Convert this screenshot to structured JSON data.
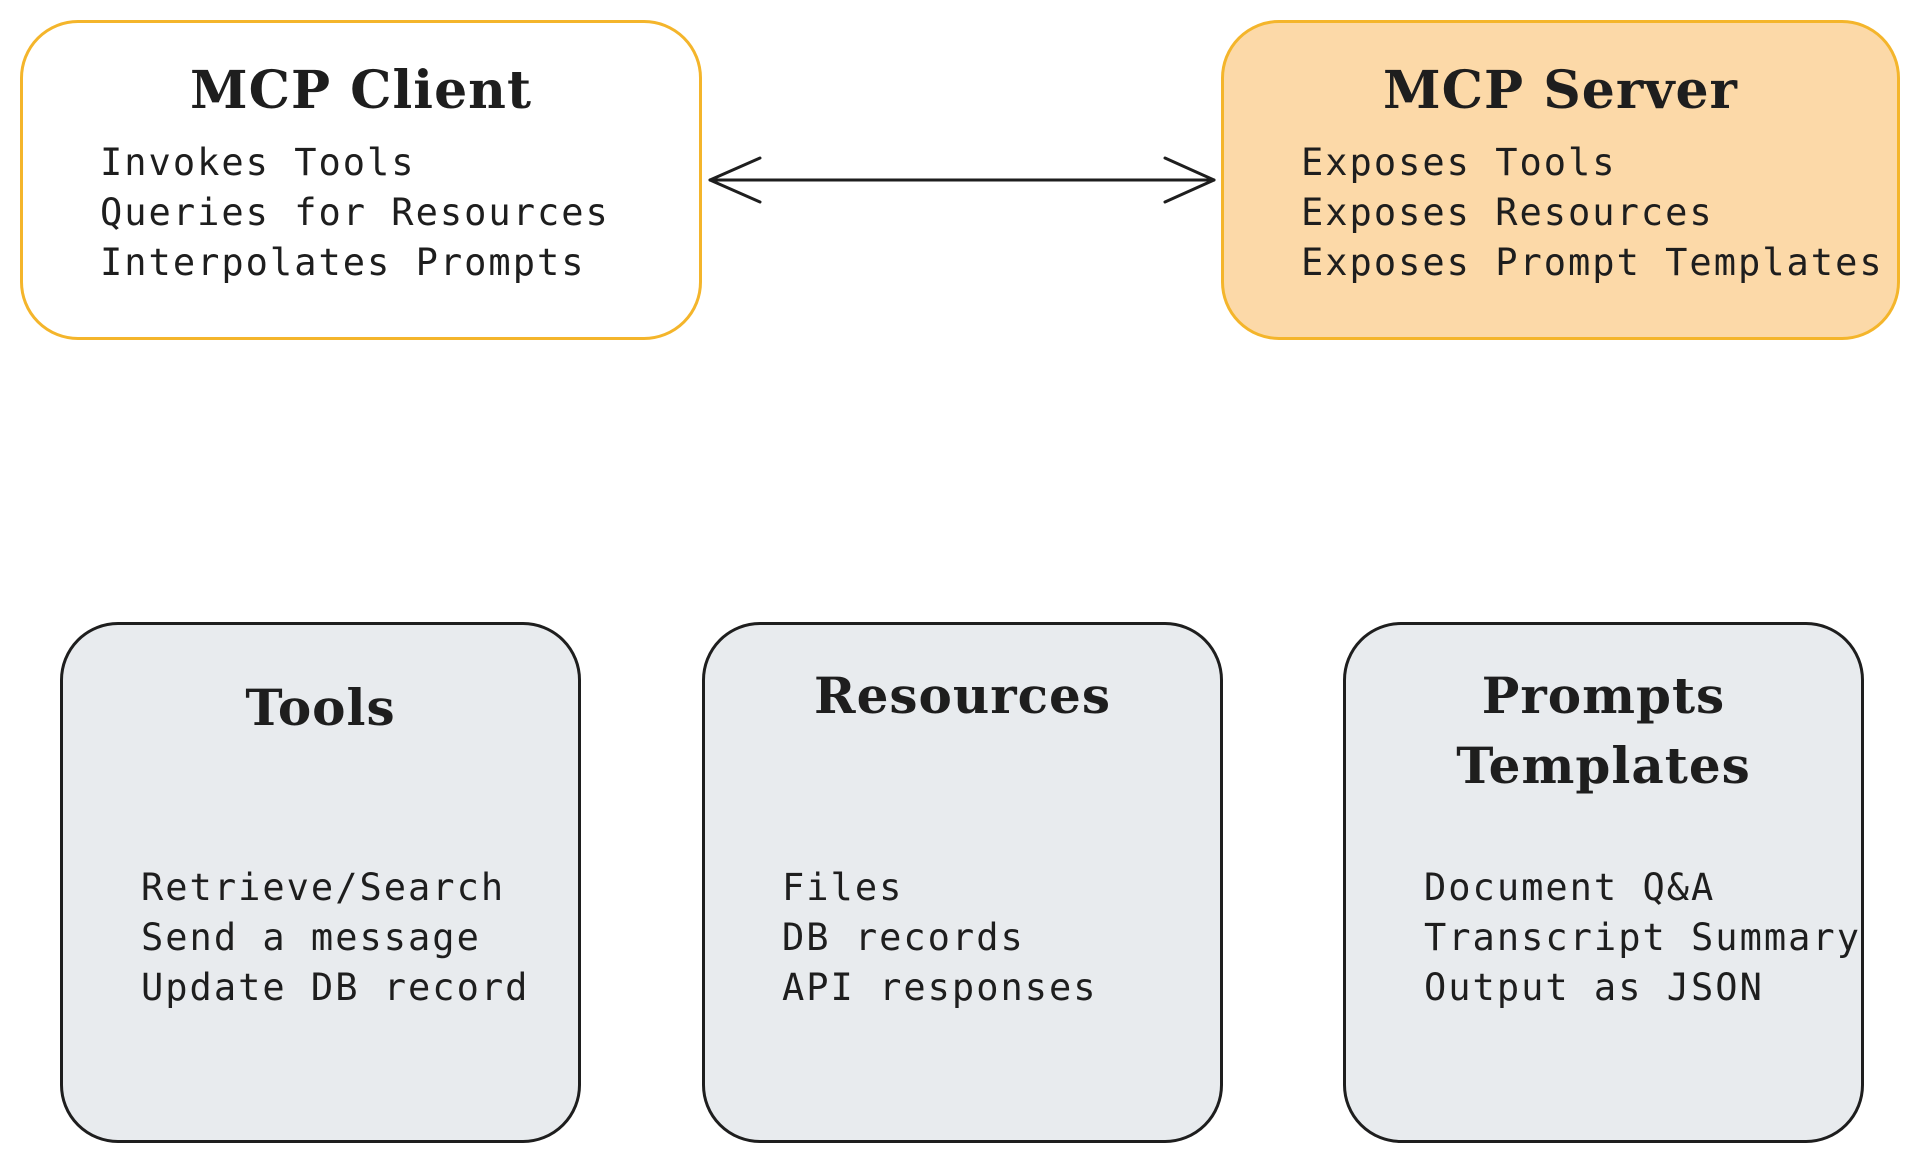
{
  "client": {
    "title": "MCP Client",
    "lines": [
      "Invokes Tools",
      "Queries for Resources",
      "Interpolates Prompts"
    ]
  },
  "server": {
    "title": "MCP Server",
    "lines": [
      "Exposes Tools",
      "Exposes Resources",
      "Exposes Prompt Templates"
    ]
  },
  "categories": [
    {
      "title": "Tools",
      "lines": [
        "Retrieve/Search",
        "Send a message",
        "Update DB record"
      ]
    },
    {
      "title": "Resources",
      "lines": [
        "Files",
        "DB records",
        "API responses"
      ]
    },
    {
      "title": "Prompts\nTemplates",
      "title_lines": [
        "Prompts",
        "Templates"
      ],
      "lines": [
        "Document Q&A",
        "Transcript Summary",
        "Output as JSON"
      ]
    }
  ],
  "connector": {
    "direction": "bidirectional",
    "from": "MCP Client",
    "to": "MCP Server"
  },
  "colors": {
    "accent_border": "#f4b52b",
    "server_fill": "#fcd9a8",
    "category_fill": "#e8ebee",
    "ink": "#1e1e1e"
  }
}
